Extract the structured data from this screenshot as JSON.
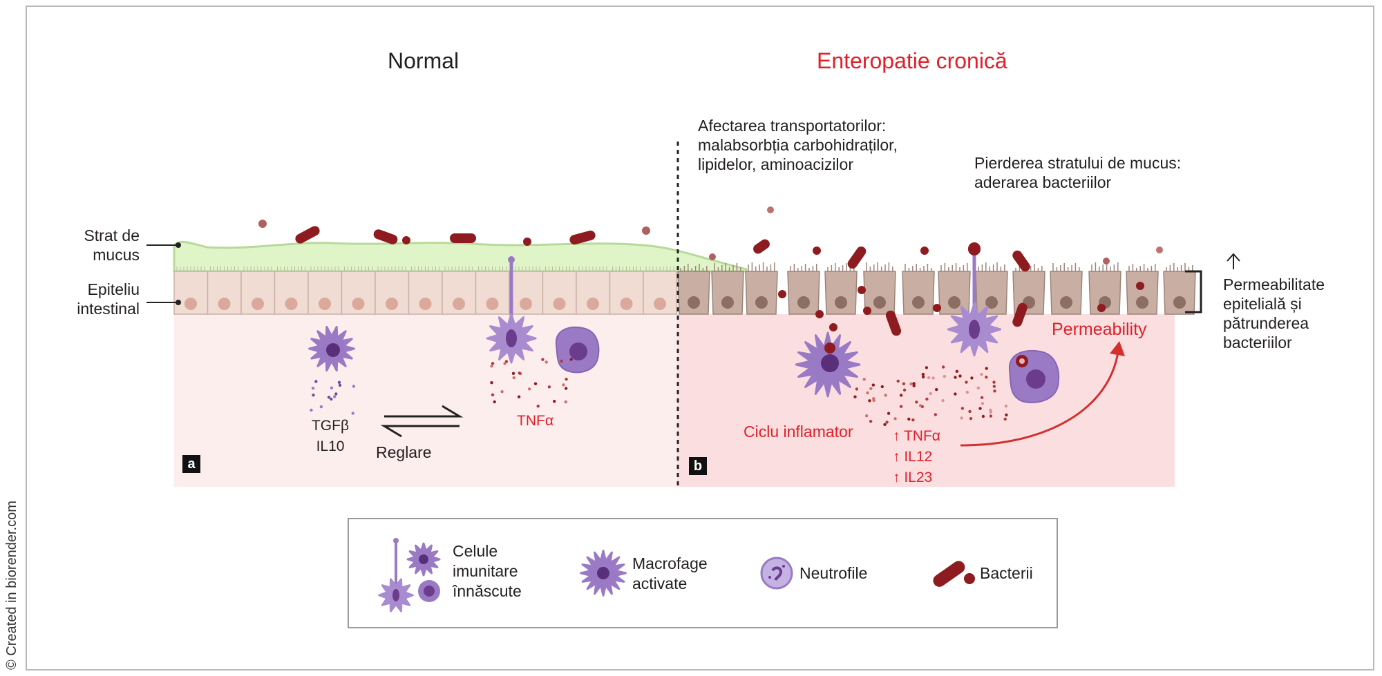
{
  "credit": "© Created in biorender.com",
  "panels": {
    "normal": {
      "title": "Normal",
      "tag": "a",
      "cytokines": [
        "TGFβ",
        "IL10"
      ],
      "tnf": "TNFα",
      "regulation": "Reglare"
    },
    "chronic": {
      "title": "Enteropatie cronică",
      "tag": "b",
      "transporter_note": "Afectarea transportatorilor: malabsorbția carbohidraților, lipidelor, aminoacizilor",
      "mucus_note": "Pierderea stratului de mucus: aderarea bacteriilor",
      "permeability": "Permeability",
      "cycle": "Ciclu inflamator",
      "cytokines": [
        "TNFα",
        "IL12",
        "IL23"
      ],
      "up_arrow": "↑",
      "side_note": "Permeabilitate epitelială și pătrunderea bacteriilor"
    }
  },
  "layer_labels": {
    "mucus": "Strat de mucus",
    "epithelium": "Epiteliu intestinal"
  },
  "legend": {
    "innate": "Celule imunitare înnăscute",
    "macrophages": "Macrofage activate",
    "neutrophils": "Neutrofile",
    "bacteria": "Bacterii"
  },
  "colors": {
    "mucus": "#dff5c8",
    "mucus_edge": "#b9d99a",
    "cell_normal": "#f0dcd2",
    "cell_chronic": "#c9aea3",
    "nucleus": "#dba99c",
    "lamina_normal": "#fdeeee",
    "lamina_chronic": "#fbdfe0",
    "bacteria": "#8e1b1f",
    "immune": "#9a7ac4",
    "accent_red": "#e0202a"
  }
}
